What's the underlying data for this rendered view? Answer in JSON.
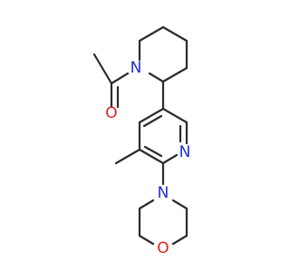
{
  "molecule": {
    "atoms": {
      "n_piperidine": {
        "symbol": "N",
        "color": "#1f2bd6"
      },
      "o_carbonyl": {
        "symbol": "O",
        "color": "#e0231e"
      },
      "n_pyridine": {
        "symbol": "N",
        "color": "#1f2bd6"
      },
      "n_morpholine": {
        "symbol": "N",
        "color": "#1f2bd6"
      },
      "o_morpholine": {
        "symbol": "O",
        "color": "#e0231e"
      }
    },
    "bond_color": "#2b2b2b"
  }
}
